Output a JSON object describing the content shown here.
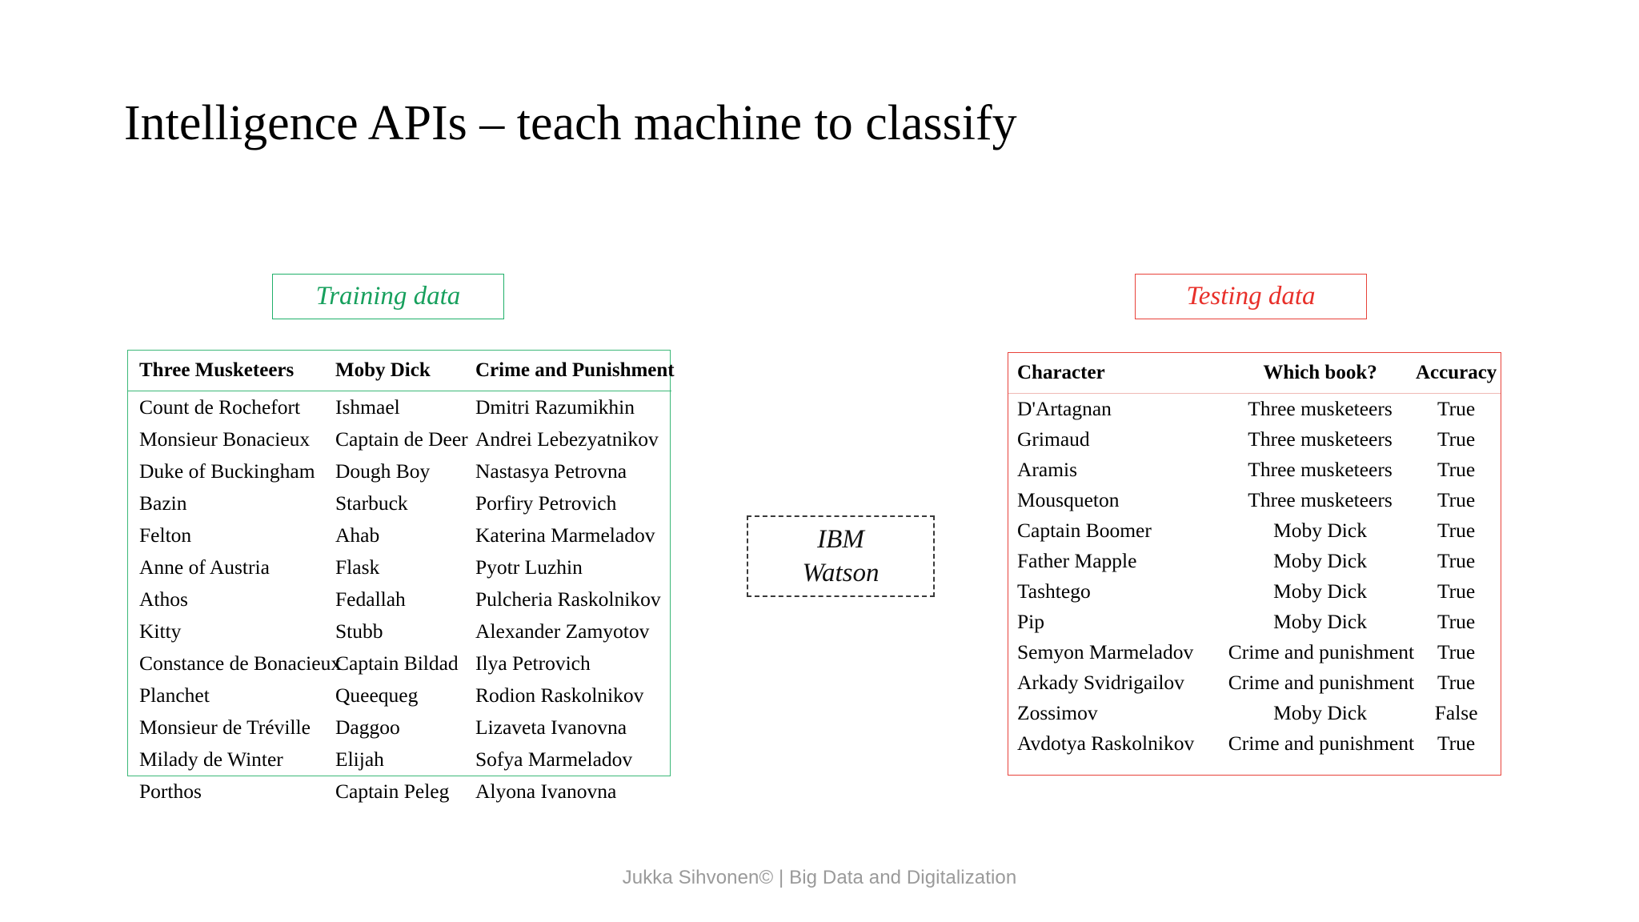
{
  "slide": {
    "title": "Intelligence APIs – teach machine to classify",
    "footer": "Jukka Sihvonen© | Big Data and Digitalization",
    "colors": {
      "training_accent": "#17a05d",
      "training_border": "#3cb878",
      "testing_accent": "#e8302a",
      "testing_border": "#e8423a",
      "footer_text": "#9a9a9a",
      "background": "#ffffff"
    }
  },
  "training": {
    "chip_label": "Training data",
    "headers": [
      "Three Musketeers",
      "Moby Dick",
      "Crime and Punishment"
    ],
    "rows": [
      [
        "Count de Rochefort",
        "Ishmael",
        "Dmitri Razumikhin"
      ],
      [
        "Monsieur Bonacieux",
        "Captain de Deer",
        "Andrei Lebezyatnikov"
      ],
      [
        "Duke of Buckingham",
        "Dough Boy",
        "Nastasya Petrovna"
      ],
      [
        "Bazin",
        "Starbuck",
        "Porfiry Petrovich"
      ],
      [
        "Felton",
        "Ahab",
        "Katerina Marmeladov"
      ],
      [
        "Anne of Austria",
        "Flask",
        "Pyotr Luzhin"
      ],
      [
        "Athos",
        "Fedallah",
        "Pulcheria Raskolnikov"
      ],
      [
        "Kitty",
        "Stubb",
        "Alexander Zamyotov"
      ],
      [
        "Constance de Bonacieux",
        "Captain Bildad",
        "Ilya Petrovich"
      ],
      [
        "Planchet",
        "Queequeg",
        "Rodion Raskolnikov"
      ],
      [
        "Monsieur de Tréville",
        "Daggoo",
        "Lizaveta Ivanovna"
      ],
      [
        "Milady de Winter",
        "Elijah",
        "Sofya Marmeladov"
      ],
      [
        "Porthos",
        "Captain Peleg",
        "Alyona Ivanovna"
      ]
    ]
  },
  "testing": {
    "chip_label": "Testing data",
    "headers": [
      "Character",
      "Which book?",
      "Accuracy"
    ],
    "rows": [
      [
        "D'Artagnan",
        "Three musketeers",
        "True"
      ],
      [
        "Grimaud",
        "Three musketeers",
        "True"
      ],
      [
        "Aramis",
        "Three musketeers",
        "True"
      ],
      [
        "Mousqueton",
        "Three musketeers",
        "True"
      ],
      [
        "Captain Boomer",
        "Moby Dick",
        "True"
      ],
      [
        "Father Mapple",
        "Moby Dick",
        "True"
      ],
      [
        "Tashtego",
        "Moby Dick",
        "True"
      ],
      [
        "Pip",
        "Moby Dick",
        "True"
      ],
      [
        "Semyon Marmeladov",
        "Crime and punishment",
        "True"
      ],
      [
        "Arkady Svidrigailov",
        "Crime and punishment",
        "True"
      ],
      [
        "Zossimov",
        "Moby Dick",
        "False"
      ],
      [
        "Avdotya Raskolnikov",
        "Crime and punishment",
        "True"
      ]
    ]
  },
  "watson": {
    "line1": "IBM",
    "line2": "Watson"
  }
}
